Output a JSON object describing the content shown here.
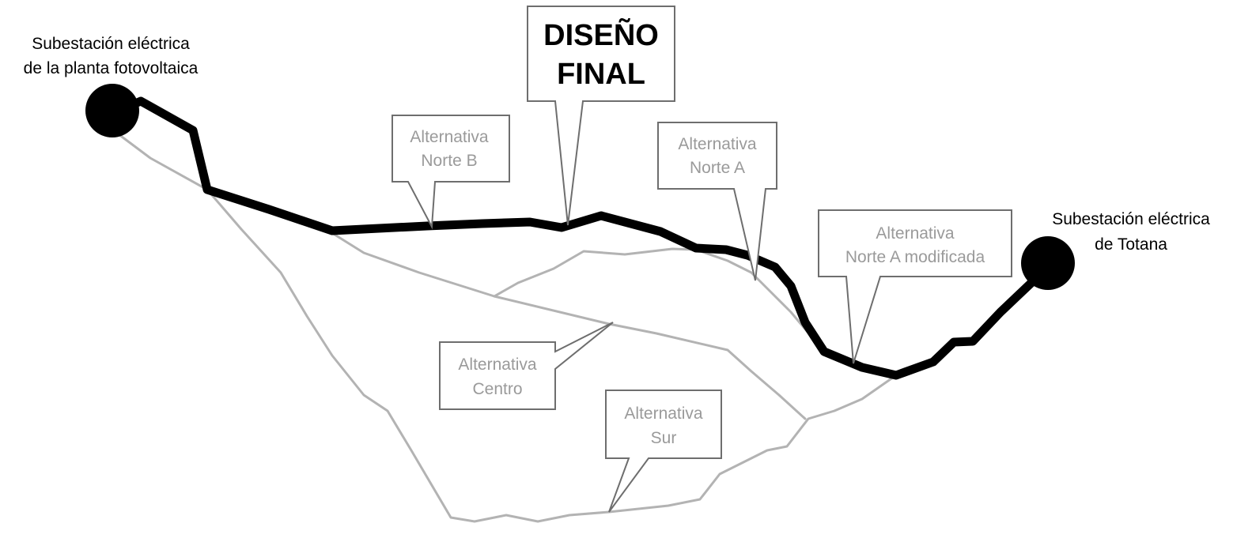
{
  "stations": {
    "origin": {
      "line1": "Subestación eléctrica",
      "line2": "de la planta fotovoltaica"
    },
    "destination": {
      "line1": "Subestación eléctrica",
      "line2": "de Totana"
    }
  },
  "final_design": {
    "line1": "DISEÑO",
    "line2": "FINAL"
  },
  "alternatives": {
    "norte_b": {
      "line1": "Alternativa",
      "line2": "Norte B"
    },
    "norte_a": {
      "line1": "Alternativa",
      "line2": "Norte A"
    },
    "norte_a_mod": {
      "line1": "Alternativa",
      "line2": "Norte A modificada"
    },
    "centro": {
      "line1": "Alternativa",
      "line2": "Centro"
    },
    "sur": {
      "line1": "Alternativa",
      "line2": "Sur"
    }
  },
  "colors": {
    "final_route": "#000000",
    "alternative_route": "#b3b3b3",
    "alternative_label": "#9a9a9a"
  }
}
